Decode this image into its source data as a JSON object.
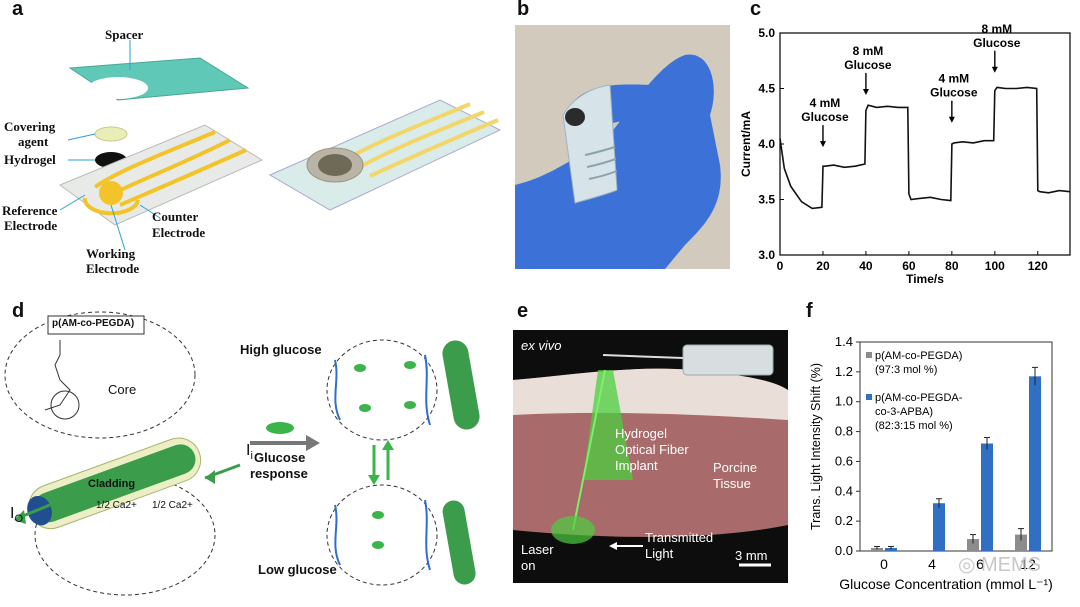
{
  "panels": {
    "a": {
      "label": "a",
      "spacer": "Spacer",
      "covering_1": "Covering",
      "covering_2": "agent",
      "hydrogel": "Hydrogel",
      "ref_1": "Reference",
      "ref_2": "Electrode",
      "counter_1": "Counter",
      "counter_2": "Electrode",
      "working_1": "Working",
      "working_2": "Electrode"
    },
    "b": {
      "label": "b"
    },
    "c": {
      "label": "c"
    },
    "d": {
      "label": "d",
      "polymer": "p(AM-co-PEGDA)",
      "core": "Core",
      "cladding": "Cladding",
      "ca_left": "1/2 Ca2+",
      "ca_right": "1/2 Ca2+",
      "i_in": "I",
      "i_in_sub": "i",
      "i_out": "I",
      "i_out_sub": "O",
      "high": "High glucose",
      "low": "Low glucose",
      "resp_1": "Glucose",
      "resp_2": "response"
    },
    "e": {
      "label": "e",
      "ex_vivo": "ex vivo",
      "hydro_1": "Hydrogel",
      "hydro_2": "Optical Fiber",
      "hydro_3": "Implant",
      "porcine_1": "Porcine",
      "porcine_2": "Tissue",
      "laser_1": "Laser",
      "laser_2": "on",
      "trans_1": "Transmitted",
      "trans_2": "Light",
      "scale": "3 mm"
    },
    "f": {
      "label": "f"
    }
  },
  "chart_data": [
    {
      "type": "line",
      "panel": "c",
      "xlabel": "Time/s",
      "ylabel": "Current/mA",
      "xlim": [
        0,
        135
      ],
      "ylim": [
        3.0,
        5.0
      ],
      "xticks": [
        "0",
        "20",
        "40",
        "60",
        "80",
        "100",
        "120"
      ],
      "yticks": [
        "3.0",
        "3.5",
        "4.0",
        "4.5",
        "5.0"
      ],
      "annotations": [
        {
          "line1": "4 mM",
          "line2": "Glucose",
          "x": 20
        },
        {
          "line1": "8 mM",
          "line2": "Glucose",
          "x": 40
        },
        {
          "line1": "4 mM",
          "line2": "Glucose",
          "x": 80
        },
        {
          "line1": "8 mM",
          "line2": "Glucose",
          "x": 100
        }
      ],
      "x": [
        0,
        2,
        5,
        10,
        15,
        19.5,
        20,
        21,
        25,
        30,
        35,
        39.5,
        40,
        41,
        45,
        50,
        55,
        59.5,
        60,
        61,
        65,
        70,
        75,
        79.5,
        80,
        81,
        85,
        90,
        95,
        99.5,
        100,
        101,
        105,
        110,
        115,
        119.5,
        120,
        121,
        125,
        130,
        135
      ],
      "y": [
        4.05,
        3.78,
        3.62,
        3.48,
        3.42,
        3.43,
        3.8,
        3.8,
        3.81,
        3.79,
        3.8,
        3.82,
        4.3,
        4.35,
        4.33,
        4.34,
        4.33,
        4.33,
        3.55,
        3.5,
        3.51,
        3.52,
        3.5,
        3.49,
        4.0,
        4.01,
        4.02,
        4.01,
        4.03,
        4.03,
        4.48,
        4.51,
        4.5,
        4.5,
        4.51,
        4.5,
        3.58,
        3.57,
        3.56,
        3.58,
        3.57
      ]
    },
    {
      "type": "bar",
      "panel": "f",
      "xlabel": "Glucose Concentration (mmol L-1)",
      "ylabel": "Trans. Light Intensity Shift (%)",
      "ylim": [
        0,
        1.4
      ],
      "yticks": [
        "0.0",
        "0.2",
        "0.4",
        "0.6",
        "0.8",
        "1.0",
        "1.2",
        "1.4"
      ],
      "categories": [
        "0",
        "4",
        "6",
        "12"
      ],
      "series": [
        {
          "name": "p(AM-co-PEGDA)",
          "name_2": "(97:3 mol %)",
          "color": "#8c8c8c",
          "values": [
            0.02,
            0.0,
            0.08,
            0.11
          ],
          "errors": [
            0.01,
            0.0,
            0.03,
            0.04
          ]
        },
        {
          "name": "p(AM-co-PEGDA-",
          "name_2": "co-3-APBA)",
          "name_3": "(82:3:15 mol %)",
          "color": "#2f6fc4",
          "values": [
            0.02,
            0.32,
            0.72,
            1.17
          ],
          "errors": [
            0.01,
            0.03,
            0.04,
            0.06
          ]
        }
      ]
    }
  ],
  "watermark": "MEMS"
}
